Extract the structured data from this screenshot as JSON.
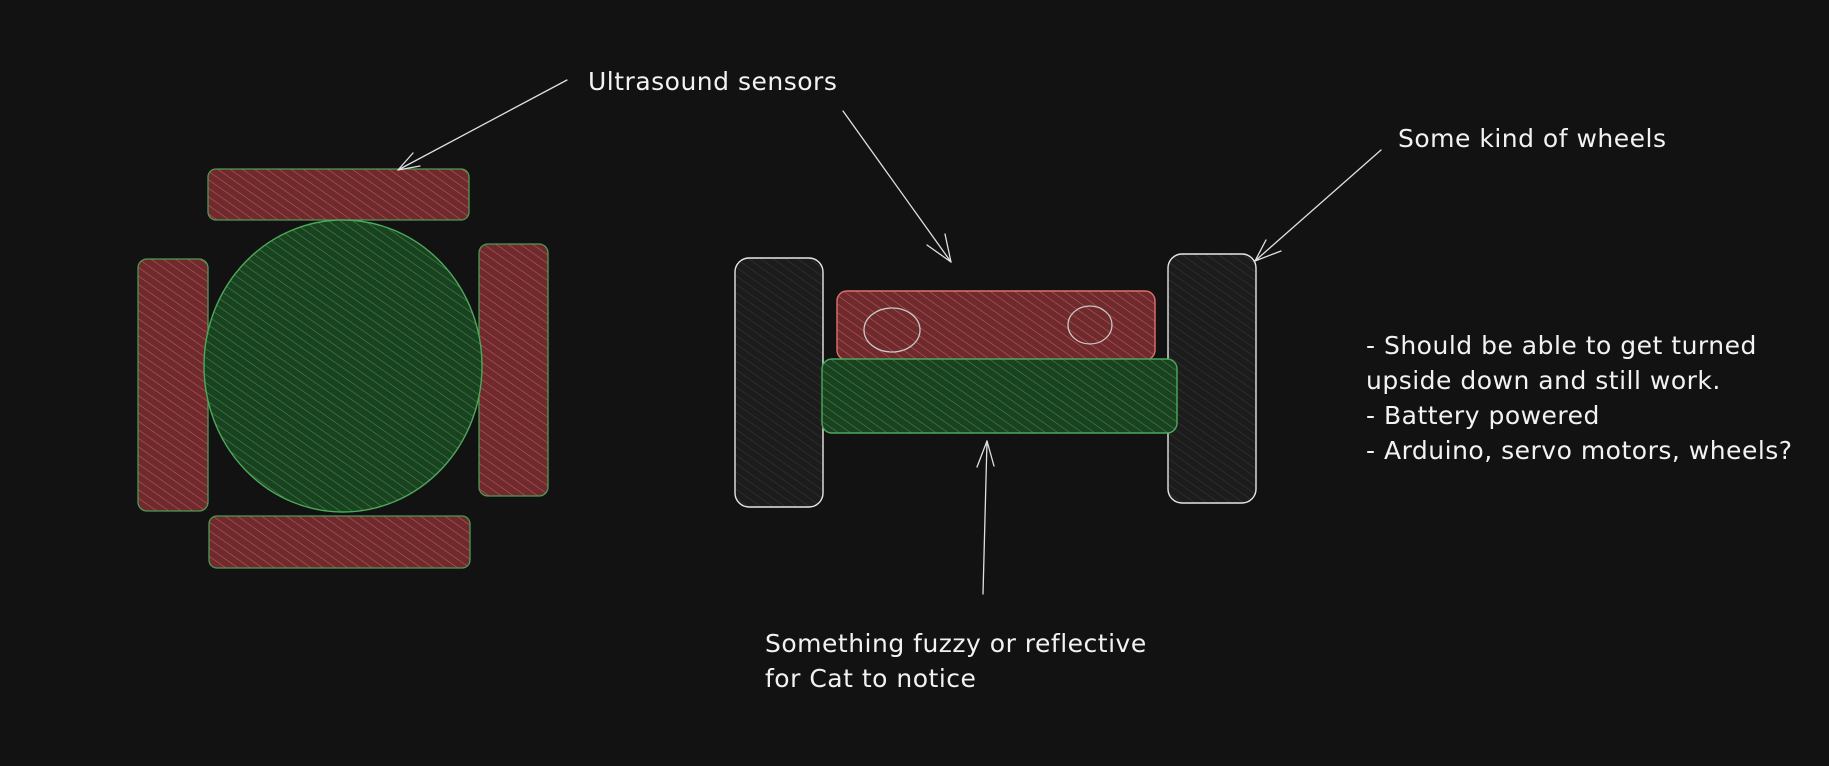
{
  "labels": {
    "sensors": "Ultrasound sensors",
    "wheels": "Some kind of wheels",
    "fuzzy": [
      "Something fuzzy or reflective",
      "for Cat to notice"
    ]
  },
  "notes": [
    [
      "- Should be able to get turned",
      "upside down and still work."
    ],
    [
      "- Battery powered"
    ],
    [
      "- Arduino, servo motors, wheels?"
    ]
  ],
  "colors": {
    "background": "#121212",
    "sensor_fill": "#7a2e30",
    "sensor_hatch": "#c0585a",
    "sensor_stroke": "#4d9a55",
    "body_fill": "#1e4a24",
    "body_hatch": "#3c8a45",
    "body_stroke": "#4da85a",
    "wheel_fill": "#1f1f1f",
    "wheel_hatch": "#3a3a3a",
    "wheel_stroke": "#e6e6e6",
    "text": "#f2f2f2",
    "arrow": "#e0e0e0"
  }
}
